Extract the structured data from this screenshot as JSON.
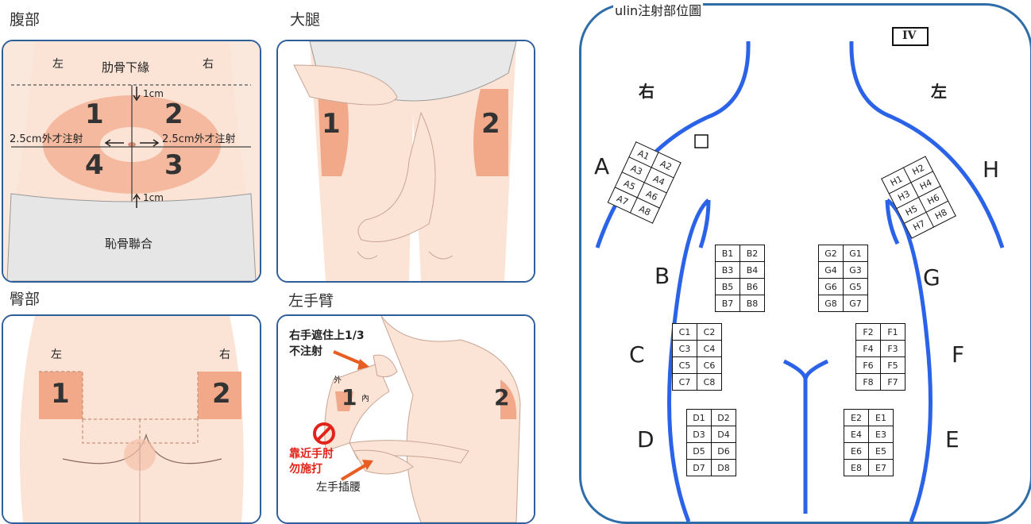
{
  "abdomen": {
    "title": "腹部",
    "left": "左",
    "right": "右",
    "top_label": "肋骨下緣",
    "bottom_label": "恥骨聯合",
    "dist_top": "1cm",
    "dist_bottom": "1cm",
    "left_note": "2.5cm外才注射",
    "right_note": "2.5cm外才注射",
    "zones": [
      "1",
      "2",
      "3",
      "4"
    ]
  },
  "thigh": {
    "title": "大腿",
    "zones": [
      "1",
      "2"
    ]
  },
  "buttock": {
    "title": "臀部",
    "left": "左",
    "right": "右",
    "zones": [
      "1",
      "2"
    ]
  },
  "arm": {
    "title": "左手臂",
    "cover_note_1": "右手遮住上1/3",
    "cover_note_2": "不注射",
    "outer": "外",
    "inner": "內",
    "elbow_warning_1": "靠近手肘",
    "elbow_warning_2": "勿施打",
    "hand_on_hip": "左手插腰",
    "zones": [
      "1",
      "2"
    ]
  },
  "insulin": {
    "title": "ulin注射部位圖",
    "iv_label": "IV",
    "right": "右",
    "left": "左",
    "letters": [
      "A",
      "B",
      "C",
      "D",
      "E",
      "F",
      "G",
      "H"
    ],
    "grid_A": [
      [
        "A1",
        "A2"
      ],
      [
        "A3",
        "A4"
      ],
      [
        "A5",
        "A6"
      ],
      [
        "A7",
        "A8"
      ]
    ],
    "grid_H": [
      [
        "H1",
        "H2"
      ],
      [
        "H3",
        "H4"
      ],
      [
        "H5",
        "H6"
      ],
      [
        "H7",
        "H8"
      ]
    ],
    "grid_B": [
      [
        "B1",
        "B2"
      ],
      [
        "B3",
        "B4"
      ],
      [
        "B5",
        "B6"
      ],
      [
        "B7",
        "B8"
      ]
    ],
    "grid_G": [
      [
        "G2",
        "G1"
      ],
      [
        "G4",
        "G3"
      ],
      [
        "G6",
        "G5"
      ],
      [
        "G8",
        "G7"
      ]
    ],
    "grid_C": [
      [
        "C1",
        "C2"
      ],
      [
        "C3",
        "C4"
      ],
      [
        "C5",
        "C6"
      ],
      [
        "C7",
        "C8"
      ]
    ],
    "grid_F": [
      [
        "F2",
        "F1"
      ],
      [
        "F4",
        "F3"
      ],
      [
        "F6",
        "F5"
      ],
      [
        "F8",
        "F7"
      ]
    ],
    "grid_D": [
      [
        "D1",
        "D2"
      ],
      [
        "D3",
        "D4"
      ],
      [
        "D5",
        "D6"
      ],
      [
        "D7",
        "D8"
      ]
    ],
    "grid_E": [
      [
        "E2",
        "E1"
      ],
      [
        "E4",
        "E3"
      ],
      [
        "E6",
        "E5"
      ],
      [
        "E8",
        "E7"
      ]
    ]
  },
  "colors": {
    "frame": "#2f5f9a",
    "skin": "#fbe3d6",
    "zone": "#f2a98a",
    "zone_dark": "#e8896a",
    "body_blue": "#2a63e8",
    "red": "#e2231a",
    "arrow": "#e85d22"
  }
}
